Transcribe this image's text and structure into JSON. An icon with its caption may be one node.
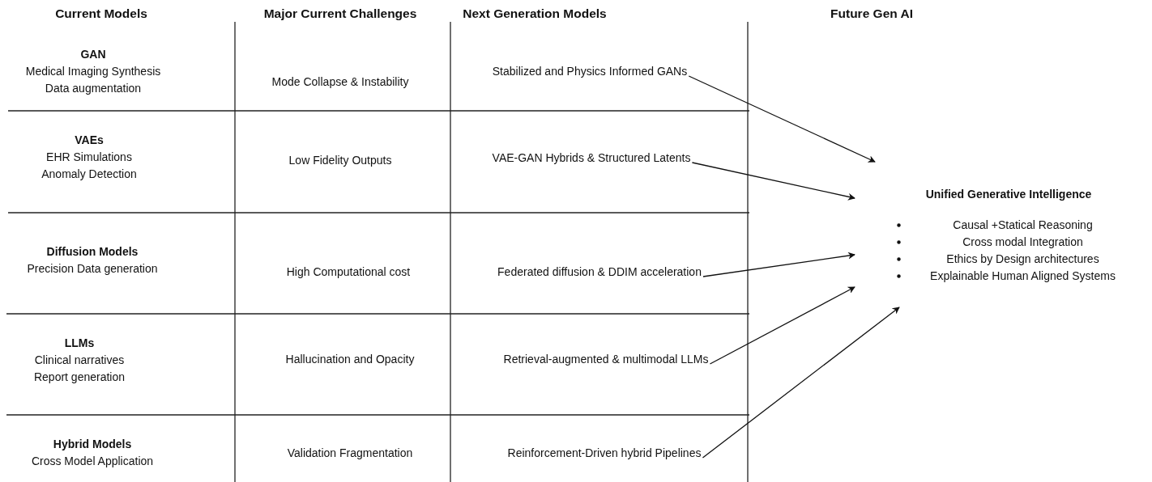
{
  "diagram": {
    "nodes": [
      {
        "text": [
          "GAN",
          "Medical Imaging Synthesis",
          "Data augmentation"
        ]
      },
      {
        "text": [
          "Mode Collapse & Instability"
        ]
      },
      {
        "text": [
          "Stabilized and Physics Informed GANs"
        ]
      },
      {
        "text": [
          "VAEs",
          "EHR Simulations",
          "Anomaly Detection"
        ]
      },
      {
        "text": [
          "Low Fidelity Outputs"
        ]
      },
      {
        "text": [
          "VAE-GAN Hybrids & Structured Latents"
        ]
      },
      {
        "text": [
          "Diffusion Models",
          "Precision Data generation"
        ]
      },
      {
        "text": [
          "High Computational cost"
        ]
      },
      {
        "text": [
          "Federated diffusion & DDIM acceleration"
        ]
      },
      {
        "text": [
          "LLMs",
          "Clinical narratives",
          "Report generation"
        ]
      },
      {
        "text": [
          "Hallucination and Opacity"
        ]
      },
      {
        "text": [
          "Retrieval-augmented & multimodal LLMs"
        ]
      },
      {
        "text": [
          "Hybrid Models",
          "Cross Model Application"
        ]
      },
      {
        "text": [
          "Validation Fragmentation"
        ]
      },
      {
        "text": [
          "Reinforcement-Driven hybrid Pipelines"
        ]
      },
      {
        "text": [
          "Unified Generative Intelligence",
          "Causal +Statical Reasoning",
          "Cross modal Integration",
          "Ethics by Design architectures",
          "Explainable Human Aligned Systems"
        ]
      }
    ],
    "edges": [
      {
        "from": 2,
        "to": 15,
        "arrow": "to"
      },
      {
        "from": 5,
        "to": 15,
        "arrow": "to"
      },
      {
        "from": 8,
        "to": 15,
        "arrow": "to"
      },
      {
        "from": 11,
        "to": 15,
        "arrow": "to"
      },
      {
        "from": 14,
        "to": 15,
        "arrow": "to"
      }
    ],
    "labels": [
      "Current Models",
      "Major Current Challenges",
      "Next Generation Models",
      "Future Gen AI"
    ]
  }
}
